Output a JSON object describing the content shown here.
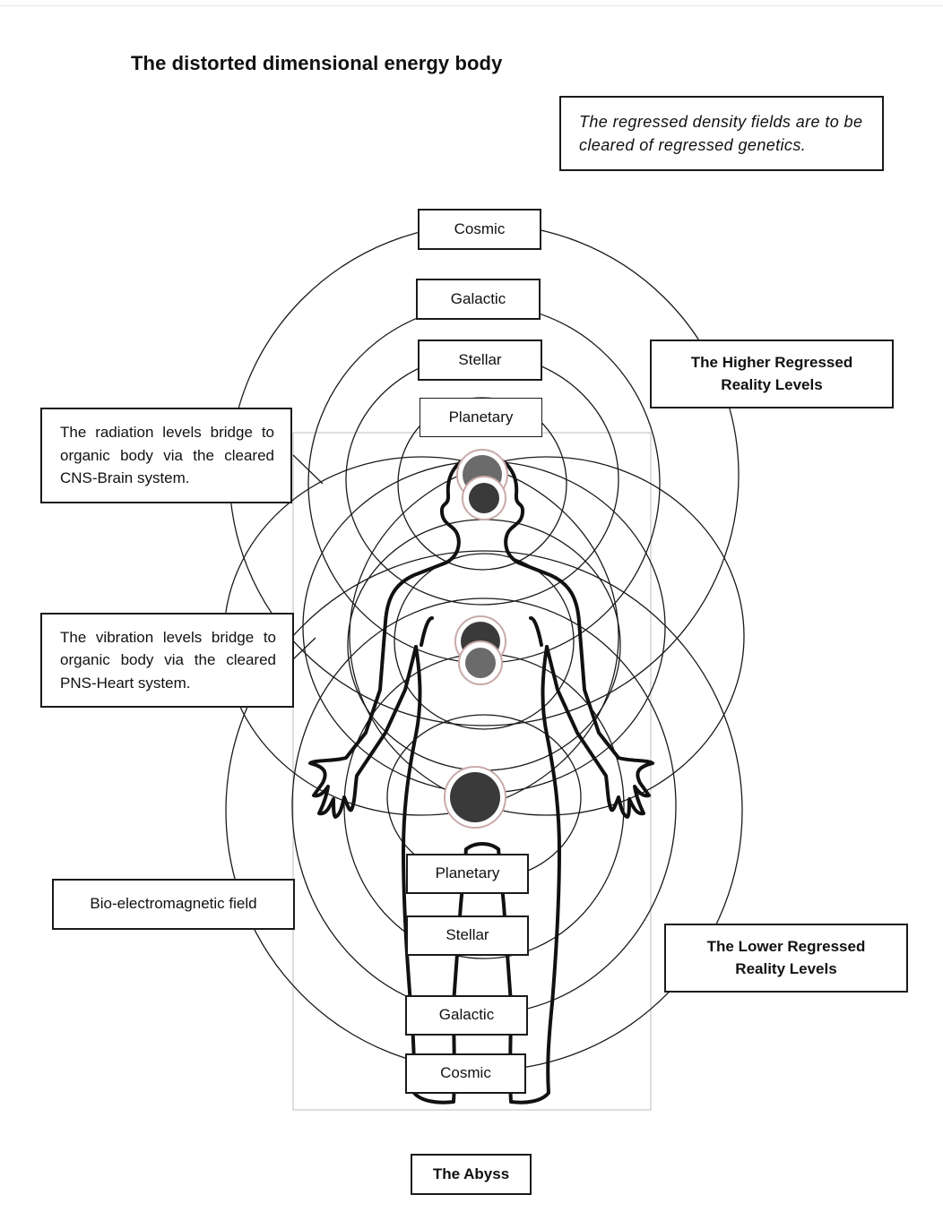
{
  "title": "The distorted dimensional energy body",
  "note": "The regressed density fields are to be cleared of regressed genetics.",
  "upper_levels": [
    "Cosmic",
    "Galactic",
    "Stellar",
    "Planetary"
  ],
  "lower_levels": [
    "Planetary",
    "Stellar",
    "Galactic",
    "Cosmic"
  ],
  "higher_label": "The Higher Regressed Reality Levels",
  "lower_label": "The Lower Regressed Reality Levels",
  "radiation_text": "The radiation levels bridge to organic body via the cleared CNS-Brain system.",
  "vibration_text": "The vibration levels bridge to organic body via the cleared PNS-Heart system.",
  "bio_field": "Bio-electromagnetic field",
  "abyss": "The Abyss",
  "icons": {
    "chakra_head": "dark-circle-icon",
    "chakra_heart": "dark-circle-icon",
    "chakra_base": "dark-circle-icon",
    "figure": "human-figure-icon"
  },
  "colors": {
    "line": "#1a1a1a",
    "chakra": "#3a3a3a",
    "chakra_light": "#6b6b6b"
  }
}
